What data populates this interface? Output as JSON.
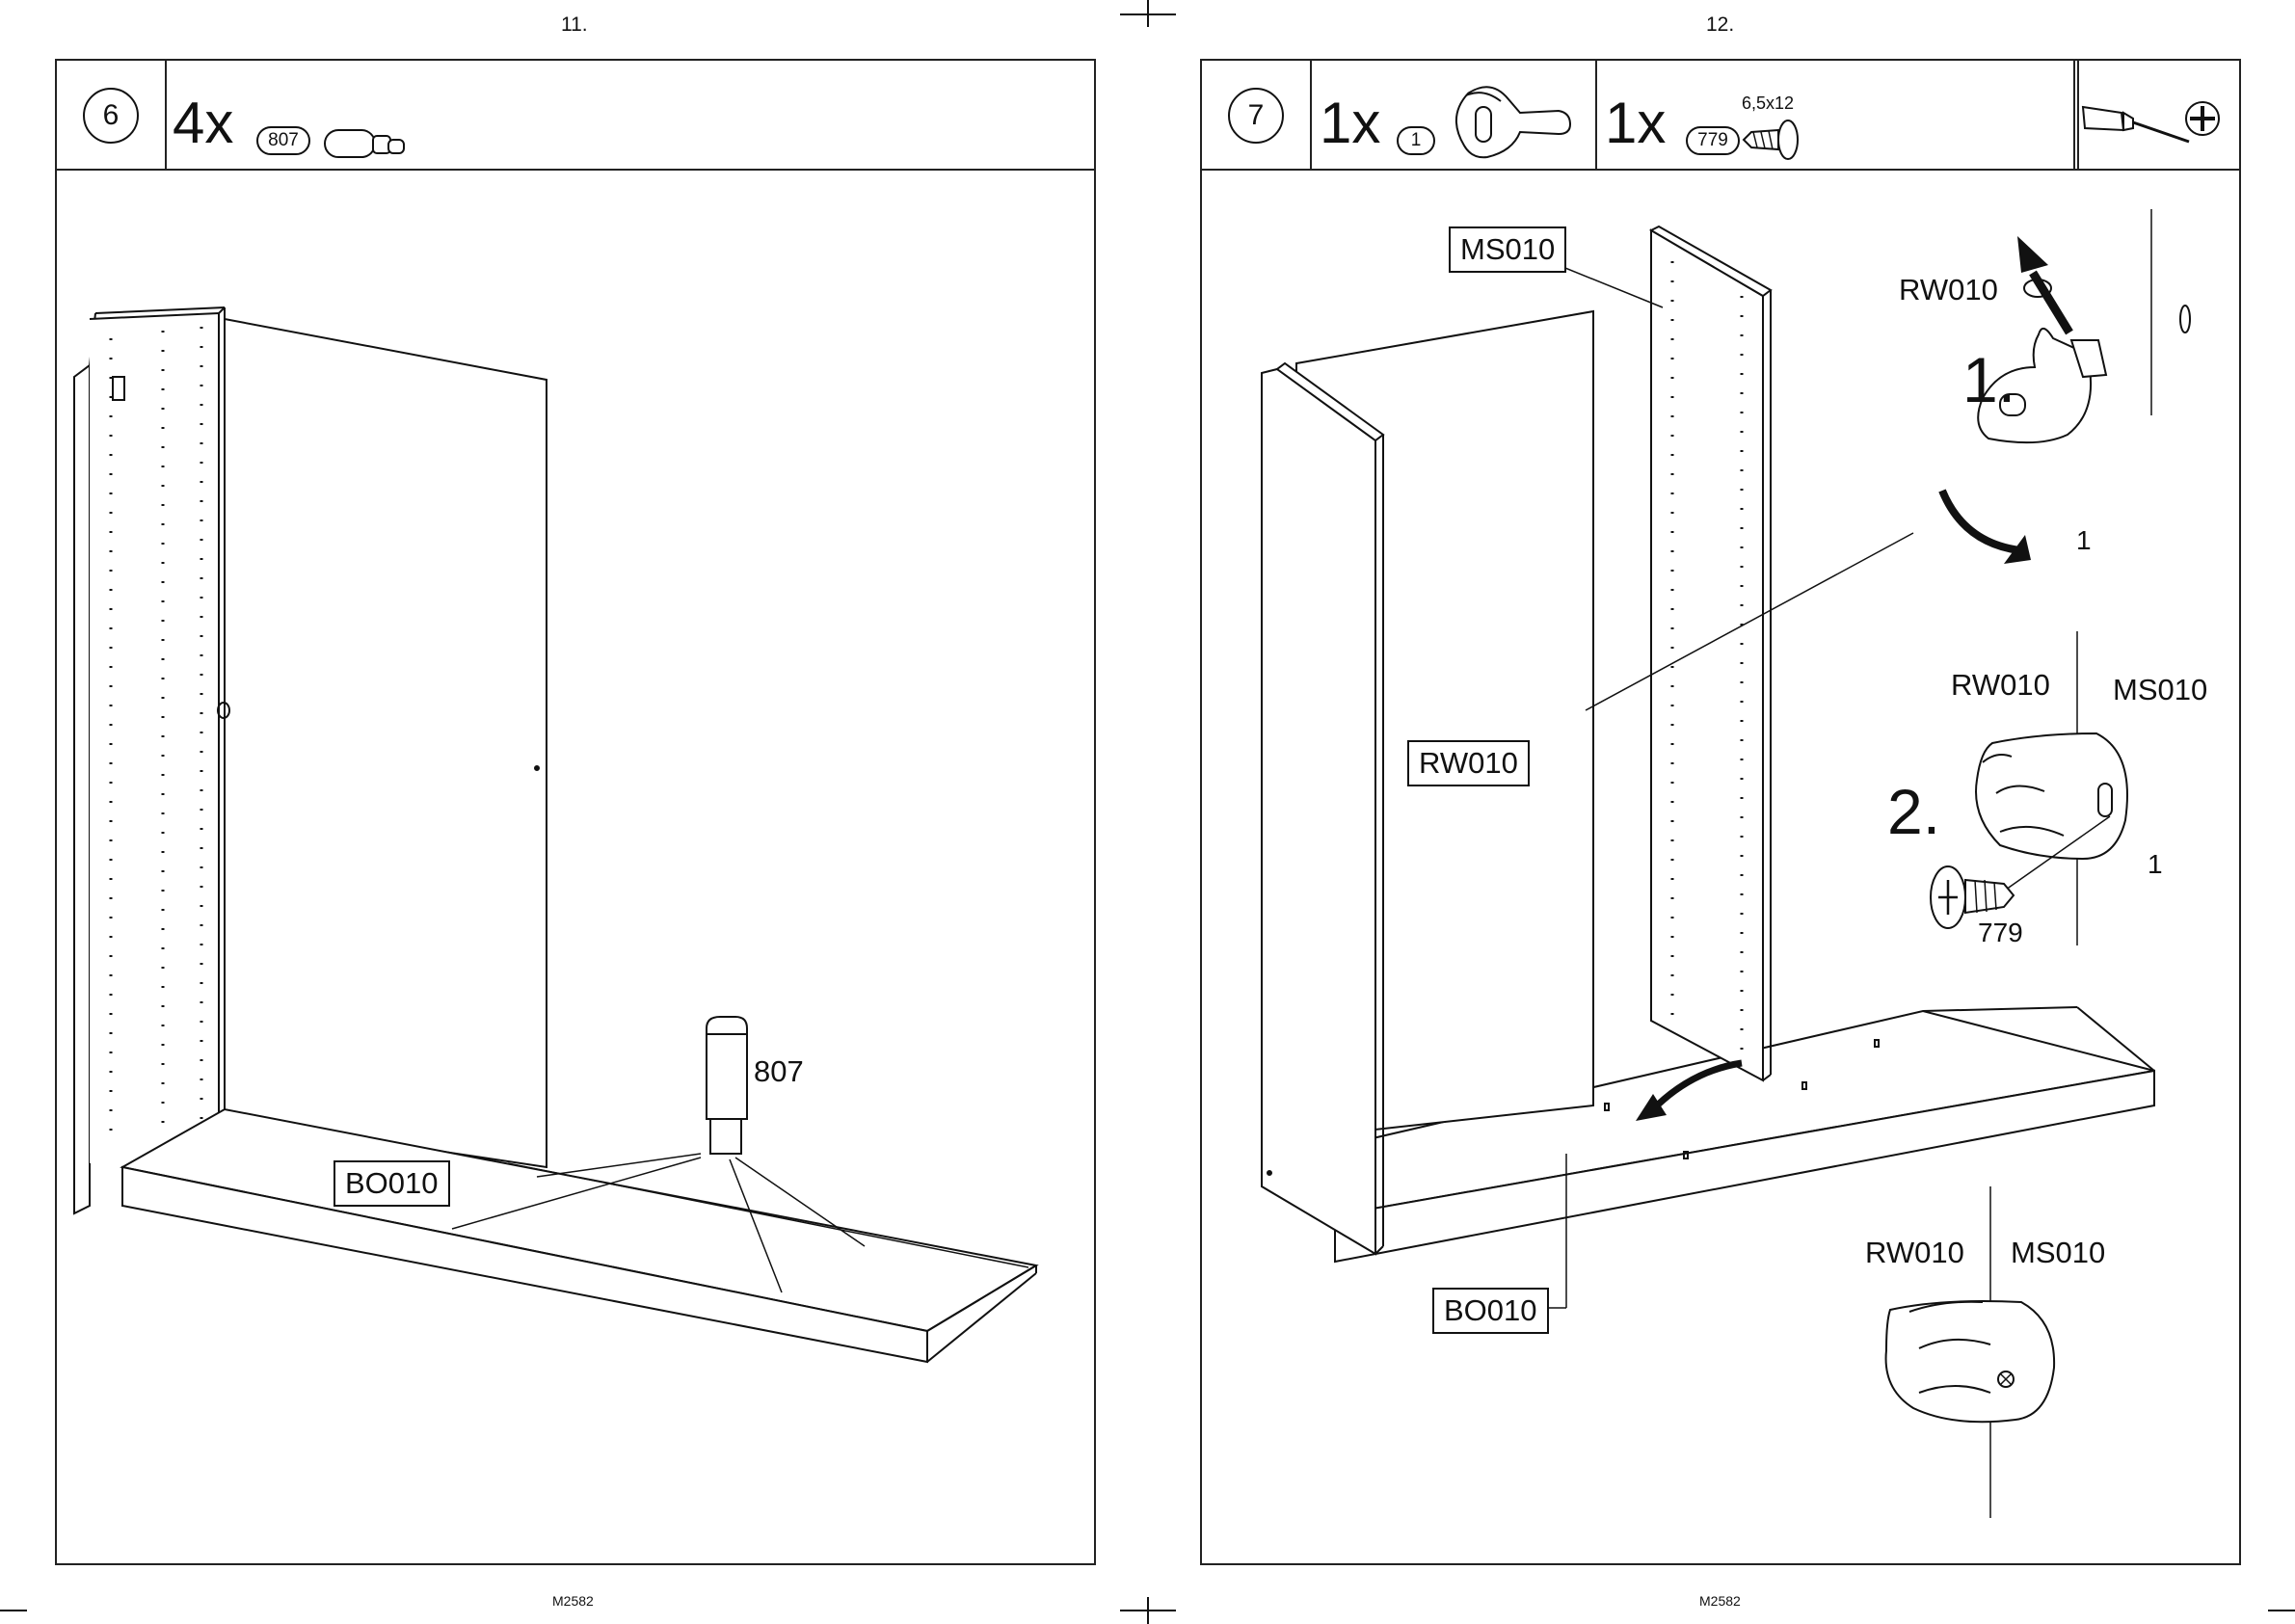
{
  "pages": [
    {
      "page_number": "11.",
      "footer": "M2582",
      "step": "6",
      "parts": [
        {
          "qty": "4x",
          "part_no": "807"
        }
      ],
      "labels": {
        "part_807": "807",
        "panel_bo": "BO010"
      }
    },
    {
      "page_number": "12.",
      "footer": "M2582",
      "step": "7",
      "parts": [
        {
          "qty": "1x",
          "part_no": "1"
        },
        {
          "qty": "1x",
          "part_no": "779",
          "size": "6,5x12"
        }
      ],
      "tools": [
        "screwdriver-icon",
        "phillips-icon"
      ],
      "labels": {
        "ms_box": "MS010",
        "rw_box": "RW010",
        "bo_box": "BO010",
        "detail1_rw": "RW010",
        "detail1_step": "1.",
        "detail1_part": "1",
        "detail2_rw": "RW010",
        "detail2_ms": "MS010",
        "detail2_step": "2.",
        "detail2_part1": "1",
        "detail2_part779": "779",
        "detail3_rw": "RW010",
        "detail3_ms": "MS010"
      }
    }
  ]
}
